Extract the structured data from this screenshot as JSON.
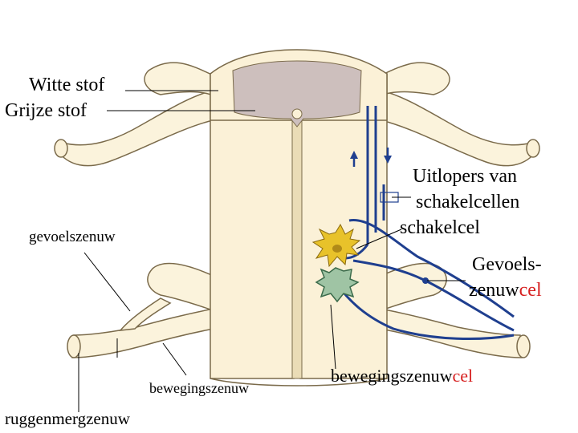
{
  "colors": {
    "white_matter": "#fbf1d7",
    "white_matter_shade": "#eadcb6",
    "outline": "#7a6a4a",
    "grey_matter": "#cdbfbd",
    "nerve_fill": "#fbf3dc",
    "pathway": "#1f3f8f",
    "interneuron": "#e8c22a",
    "sensory_neuron": "#3a6a4a",
    "motor_neuron_body": "#9fc4a4",
    "label_text": "#000000",
    "highlight_text": "#d62020"
  },
  "labels": {
    "witte_stof": "Witte stof",
    "grijze_stof": "Grijze stof",
    "uitlopers_line1": "Uitlopers van",
    "uitlopers_line2": "schakelcellen",
    "schakelcel": "schakelcel",
    "gevoelszenuw": "gevoelszenuw",
    "gevoels_line1": "Gevoels-",
    "gevoels_line2_prefix": "zenuw",
    "gevoels_line2_highlight": "cel",
    "bewegingszenuw": "bewegingszenuw",
    "bewegingszenuwcel_prefix": "bewegingszenuw",
    "bewegingszenuwcel_highlight": "cel",
    "ruggenmergzenuw": "ruggenmergzenuw"
  },
  "icons": {
    "pathway_arrows": "up-arrow, down-arrow"
  }
}
